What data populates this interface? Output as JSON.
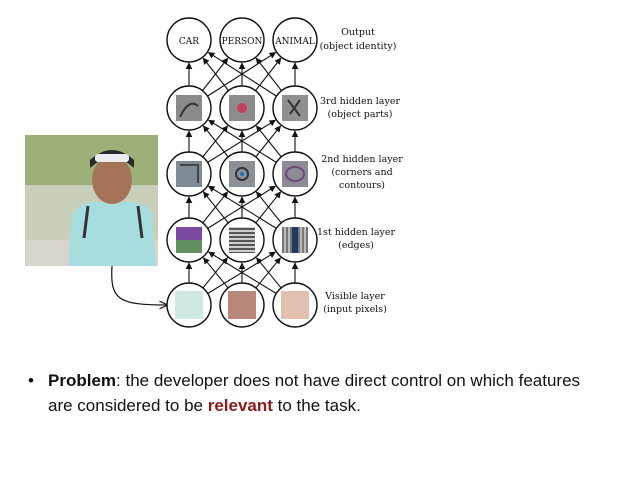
{
  "output_nodes": [
    "CAR",
    "PERSON",
    "ANIMAL"
  ],
  "layer_labels": [
    {
      "lines": [
        "Output",
        "(object identity)"
      ]
    },
    {
      "lines": [
        "3rd hidden layer",
        "(object parts)"
      ]
    },
    {
      "lines": [
        "2nd hidden layer",
        "(corners and",
        "contours)"
      ]
    },
    {
      "lines": [
        "1st hidden layer",
        "(edges)"
      ]
    },
    {
      "lines": [
        "Visible layer",
        "(input pixels)"
      ]
    }
  ],
  "pixel_colors": [
    "#cfe8e6",
    "#b9887a",
    "#e3bfb0"
  ],
  "bullet": {
    "symbol": "•",
    "term": "Problem",
    "part1": ": the developer does not have direct control on which features are considered to be ",
    "highlight": "relevant",
    "part2": " to the task.",
    "highlight_color": "#8b1a1a"
  }
}
